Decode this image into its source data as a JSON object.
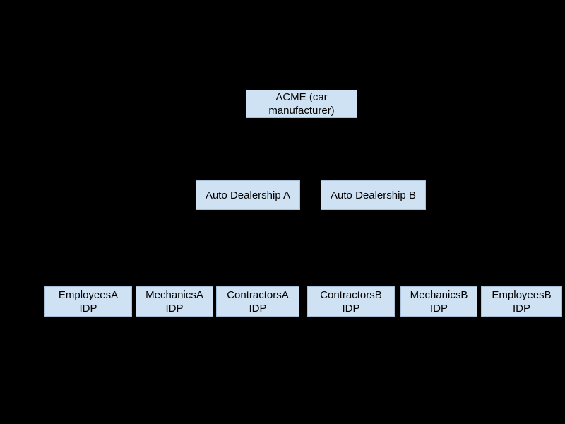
{
  "diagram": {
    "colors": {
      "background": "#000000",
      "node_fill": "#cfe2f3",
      "node_border": "#a9c0d9",
      "node_text": "#000000"
    },
    "nodes": [
      {
        "id": "acme",
        "row": 1,
        "label": "ACME (car\nmanufacturer)"
      },
      {
        "id": "dealership-a",
        "row": 2,
        "label": "Auto Dealership A"
      },
      {
        "id": "dealership-b",
        "row": 2,
        "label": "Auto Dealership B"
      },
      {
        "id": "employees-a-idp",
        "row": 3,
        "label": "EmployeesA\nIDP"
      },
      {
        "id": "mechanics-a-idp",
        "row": 3,
        "label": "MechanicsA\nIDP"
      },
      {
        "id": "contractors-a-idp",
        "row": 3,
        "label": "ContractorsA\nIDP"
      },
      {
        "id": "contractors-b-idp",
        "row": 3,
        "label": "ContractorsB\nIDP"
      },
      {
        "id": "mechanics-b-idp",
        "row": 3,
        "label": "MechanicsB\nIDP"
      },
      {
        "id": "employees-b-idp",
        "row": 3,
        "label": "EmployeesB\nIDP"
      }
    ]
  }
}
